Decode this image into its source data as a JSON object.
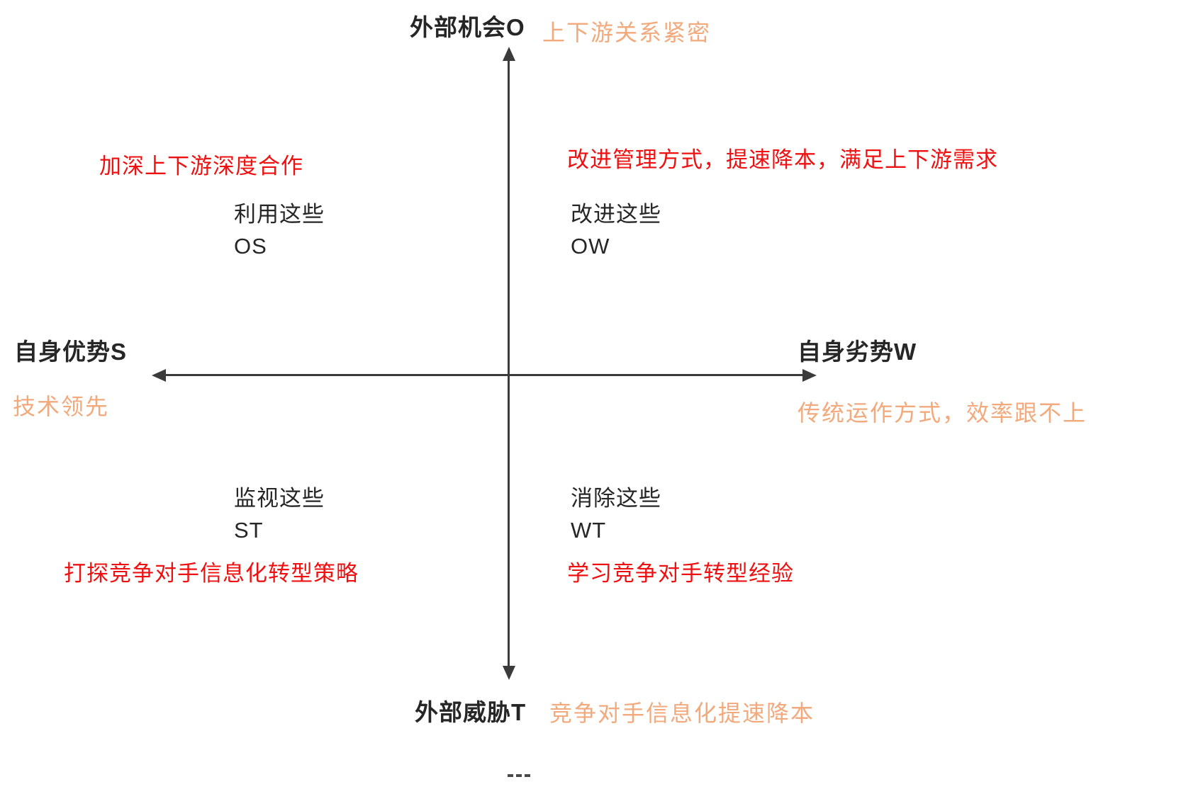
{
  "diagram": {
    "type": "swot-quadrant",
    "colors": {
      "axis": "#3b3b3b",
      "text": "#262626",
      "strategy_red": "#ee1111",
      "note_orange": "#f2a97c"
    },
    "axes": {
      "top": {
        "label": "外部机会O",
        "note": "上下游关系紧密"
      },
      "bottom": {
        "label": "外部威胁T",
        "note": "竞争对手信息化提速降本"
      },
      "left": {
        "label": "自身优势S",
        "note": "技术领先"
      },
      "right": {
        "label": "自身劣势W",
        "note": "传统运作方式，效率跟不上"
      }
    },
    "quadrants": {
      "os": {
        "strategy": "加深上下游深度合作",
        "action": "利用这些",
        "code": "OS"
      },
      "ow": {
        "strategy": "改进管理方式，提速降本，满足上下游需求",
        "action": "改进这些",
        "code": "OW"
      },
      "st": {
        "strategy": "打探竞争对手信息化转型策略",
        "action": "监视这些",
        "code": "ST"
      },
      "wt": {
        "strategy": "学习竞争对手转型经验",
        "action": "消除这些",
        "code": "WT"
      }
    }
  }
}
